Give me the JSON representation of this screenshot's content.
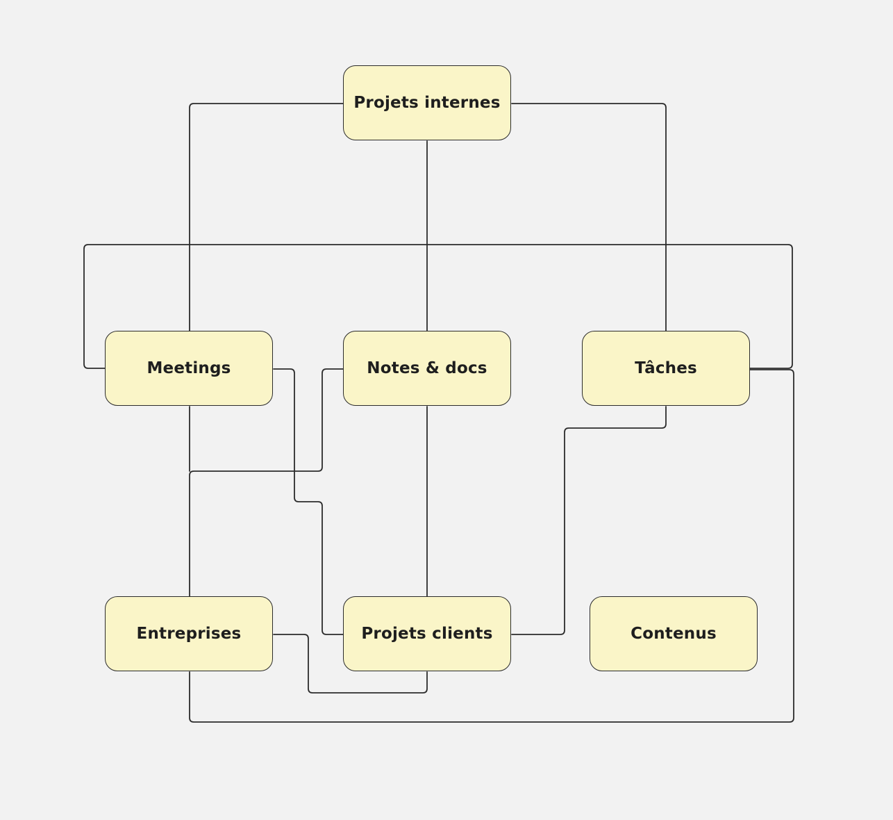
{
  "diagram": {
    "nodes": [
      {
        "id": "projets-internes",
        "label": "Projets internes"
      },
      {
        "id": "meetings",
        "label": "Meetings"
      },
      {
        "id": "notes-docs",
        "label": "Notes & docs"
      },
      {
        "id": "taches",
        "label": "Tâches"
      },
      {
        "id": "entreprises",
        "label": "Entreprises"
      },
      {
        "id": "projets-clients",
        "label": "Projets clients"
      },
      {
        "id": "contenus",
        "label": "Contenus"
      }
    ],
    "edges": [
      {
        "from": "projets-internes",
        "to": "meetings"
      },
      {
        "from": "projets-internes",
        "to": "notes-docs"
      },
      {
        "from": "projets-internes",
        "to": "taches"
      },
      {
        "from": "meetings",
        "to": "taches"
      },
      {
        "from": "meetings",
        "to": "projets-clients"
      },
      {
        "from": "notes-docs",
        "to": "entreprises"
      },
      {
        "from": "notes-docs",
        "to": "projets-clients"
      },
      {
        "from": "taches",
        "to": "projets-clients"
      },
      {
        "from": "taches",
        "to": "entreprises"
      },
      {
        "from": "entreprises",
        "to": "projets-clients"
      }
    ],
    "colors": {
      "background": "#f2f2f2",
      "node_fill": "#faf5c8",
      "node_border": "#2b2b2b",
      "connector": "#2b2b2b",
      "label": "#1e1e1e"
    }
  }
}
